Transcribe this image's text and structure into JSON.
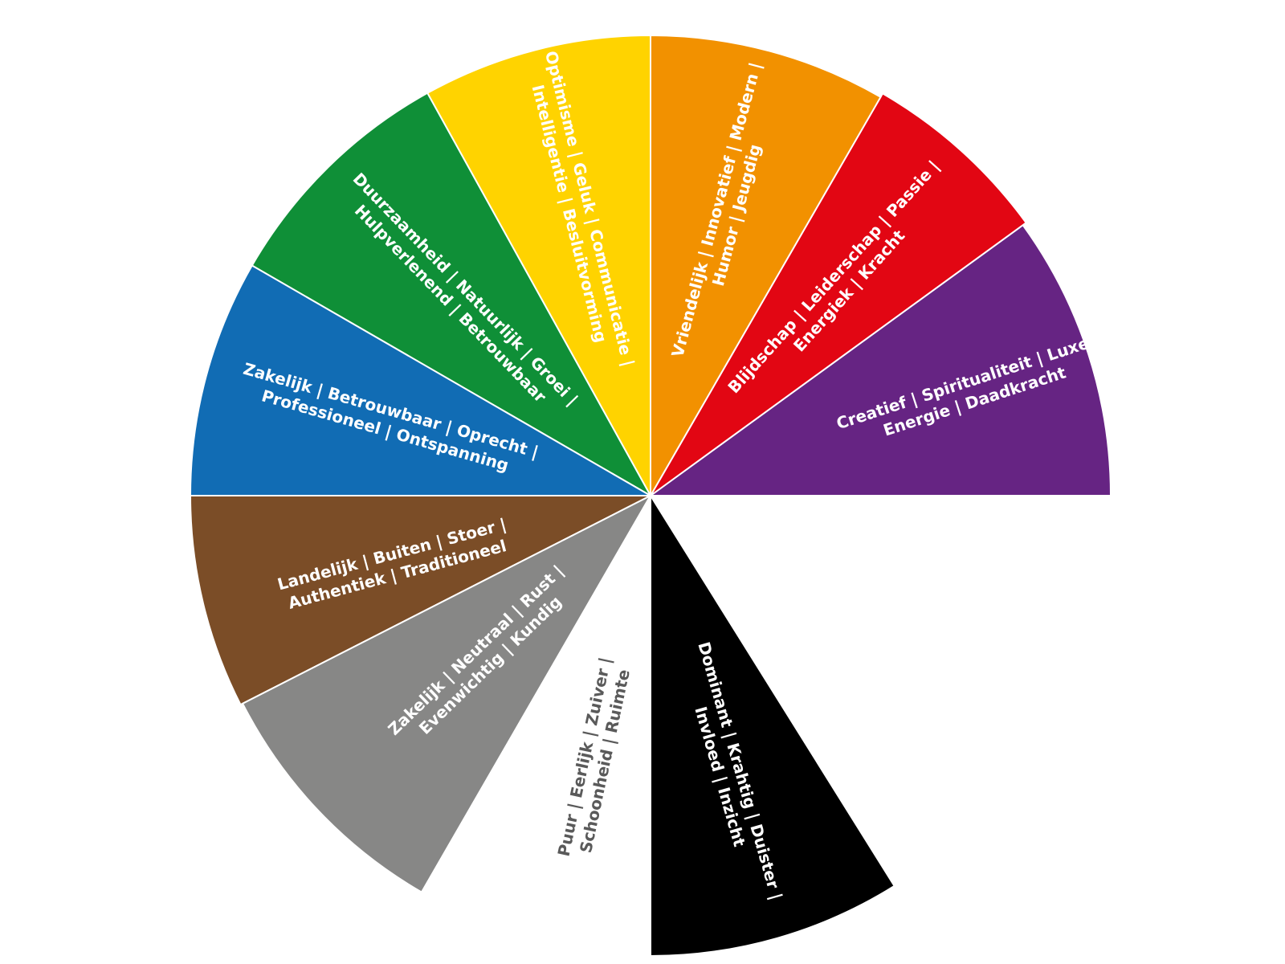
{
  "segments": [
    {
      "id": "purple",
      "color": "#662483",
      "text_color": "#ffffff",
      "lines": [
        "Creatief | Spiritualiteit | Luxe |",
        "Energie | Daadkracht"
      ]
    },
    {
      "id": "red",
      "color": "#E20613",
      "text_color": "#ffffff",
      "lines": [
        "Blijdschap | Leiderschap | Passie |",
        "Energiek | Kracht"
      ]
    },
    {
      "id": "orange",
      "color": "#F29100",
      "text_color": "#ffffff",
      "lines": [
        "Vriendelijk | Innovatief | Modern |",
        "Humor | Jeugdig"
      ]
    },
    {
      "id": "yellow",
      "color": "#FFD300",
      "text_color": "#ffffff",
      "lines": [
        "Optimisme | Geluk | Communicatie |",
        "Intelligentie | Besluitvorming"
      ]
    },
    {
      "id": "green",
      "color": "#0F8F37",
      "text_color": "#ffffff",
      "lines": [
        "Duurzaamheid | Natuurlijk | Groei |",
        "Hulpverlenend | Betrouwbaar"
      ]
    },
    {
      "id": "blue",
      "color": "#116CB4",
      "text_color": "#ffffff",
      "lines": [
        "Zakelijk | Betrouwbaar | Oprecht |",
        "Professioneel | Ontspanning"
      ]
    },
    {
      "id": "brown",
      "color": "#7B4D27",
      "text_color": "#ffffff",
      "lines": [
        "Landelijk | Buiten | Stoer |",
        "Authentiek | Traditioneel"
      ]
    },
    {
      "id": "gray",
      "color": "#878786",
      "text_color": "#ffffff",
      "lines": [
        "Zakelijk | Neutraal | Rust |",
        "Evenwichtig | Kundig"
      ]
    },
    {
      "id": "white",
      "color": "#ffffff",
      "text_color": "#5a5a5a",
      "lines": [
        "Puur | Eerlijk | Zuiver |",
        "Schoonheid | Ruimte"
      ]
    },
    {
      "id": "black",
      "color": "#000000",
      "text_color": "#ffffff",
      "lines": [
        "Dominant | Krahtig | Duister |",
        "Invloed | Inzicht"
      ]
    }
  ]
}
